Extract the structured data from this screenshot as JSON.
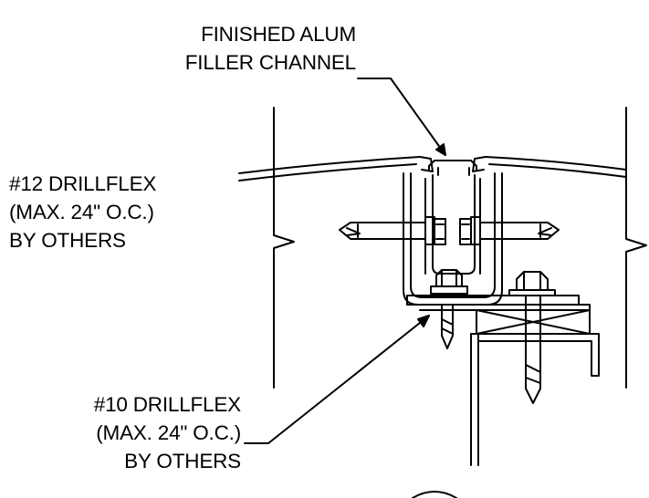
{
  "labels": {
    "filler_channel": {
      "line1": "FINISHED ALUM",
      "line2": "FILLER CHANNEL"
    },
    "drillflex_12": {
      "line1": "#12 DRILLFLEX",
      "line2": "(MAX. 24\" O.C.)",
      "line3": "BY OTHERS"
    },
    "drillflex_10": {
      "line1": "#10 DRILLFLEX",
      "line2": "(MAX. 24\" O.C.)",
      "line3": "BY OTHERS"
    }
  },
  "colors": {
    "line": "#000000",
    "background": "#ffffff"
  }
}
